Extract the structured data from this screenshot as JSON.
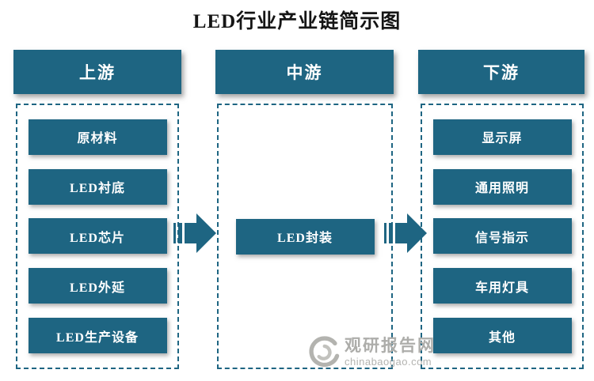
{
  "title": "LED行业产业链简示图",
  "colors": {
    "box_teal": "#1e6582",
    "text_on_teal": "#ffffff",
    "watermark_gray": "#adadaa"
  },
  "columns": [
    {
      "header": "上游",
      "items": [
        "原材料",
        "LED衬底",
        "LED芯片",
        "LED外延",
        "LED生产设备"
      ]
    },
    {
      "header": "中游",
      "items": [
        "LED封装"
      ]
    },
    {
      "header": "下游",
      "items": [
        "显示屏",
        "通用照明",
        "信号指示",
        "车用灯具",
        "其他"
      ]
    }
  ],
  "arrows": [
    "upstream-to-midstream",
    "midstream-to-downstream"
  ],
  "watermark": {
    "name": "观研报告网",
    "domain": "chinabaogao.com"
  }
}
